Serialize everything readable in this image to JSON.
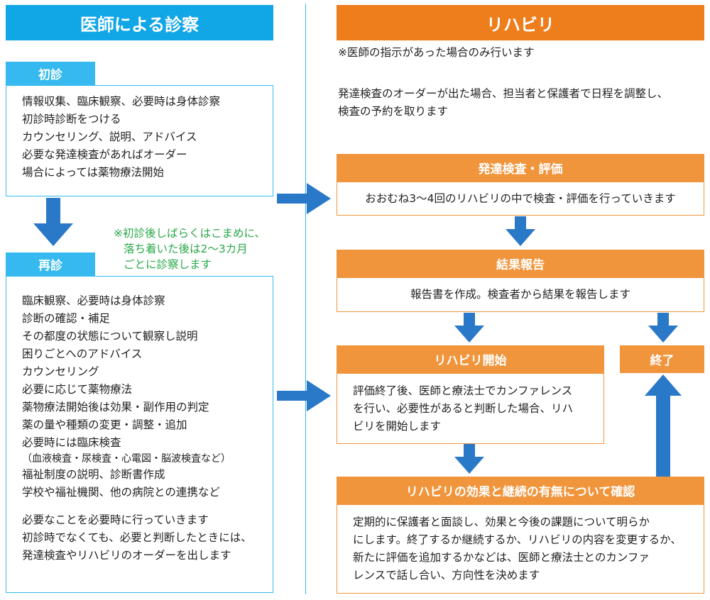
{
  "doctor": {
    "header": "医師による診察",
    "first_visit": {
      "label": "初診",
      "lines": [
        "情報収集、臨床観察、必要時は身体診察",
        "初診時診断をつける",
        "カウンセリング、説明、アドバイス",
        "必要な発達検査があればオーダー",
        "場合によっては薬物療法開始"
      ]
    },
    "note_lines": [
      "※初診後しばらくはこまめに、",
      "落ち着いた後は2〜3カ月",
      "ごとに診察します"
    ],
    "revisit": {
      "label": "再診",
      "lines": [
        "臨床観察、必要時は身体診察",
        "診断の確認・補足",
        "その都度の状態について観察し説明",
        "困りごとへのアドバイス",
        "カウンセリング",
        "必要に応じて薬物療法",
        "薬物療法開始後は効果・副作用の判定",
        "薬の量や種類の変更・調整・追加",
        "必要時には臨床検査",
        "（血液検査・尿検査・心電図・脳波検査など）",
        "福祉制度の説明、診断書作成",
        "学校や福祉機関、他の病院との連携など"
      ],
      "footer_lines": [
        "必要なことを必要時に行っていきます",
        "初診時でなくても、必要と判断したときには、",
        "発達検査やリハビリのオーダーを出します"
      ]
    }
  },
  "rehab": {
    "header": "リハビリ",
    "note1": "※医師の指示があった場合のみ行います",
    "note2_lines": [
      "発達検査のオーダーが出た場合、担当者と保護者で日程を調整し、",
      "検査の予約を取ります"
    ],
    "assessment": {
      "title": "発達検査・評価",
      "text": "おおむね3〜4回のリハビリの中で検査・評価を行っていきます"
    },
    "report": {
      "title": "結果報告",
      "text": "報告書を作成。検査者から結果を報告します"
    },
    "start": {
      "title": "リハビリ開始",
      "lines": [
        "評価終了後、医師と療法士でカンファレンス",
        "を行い、必要性があると判断した場合、リハ",
        "ビリを開始します"
      ]
    },
    "end": {
      "title": "終了"
    },
    "confirm": {
      "title": "リハビリの効果と継続の有無について確認",
      "lines": [
        "定期的に保護者と面談し、効果と今後の課題について明らか",
        "にします。終了するか継続するか、リハビリの内容を変更するか、",
        "新たに評価を追加するかなどは、医師と療法士とのカンファ",
        "レンスで話し合い、方向性を決めます"
      ]
    }
  },
  "colors": {
    "blue_header": "#11a6e6",
    "blue_tab": "#35b9ef",
    "orange_header": "#ee7d1c",
    "orange_bar": "#f0953c",
    "arrow_blue": "#2a78c8",
    "note_green": "#2aa84a"
  }
}
